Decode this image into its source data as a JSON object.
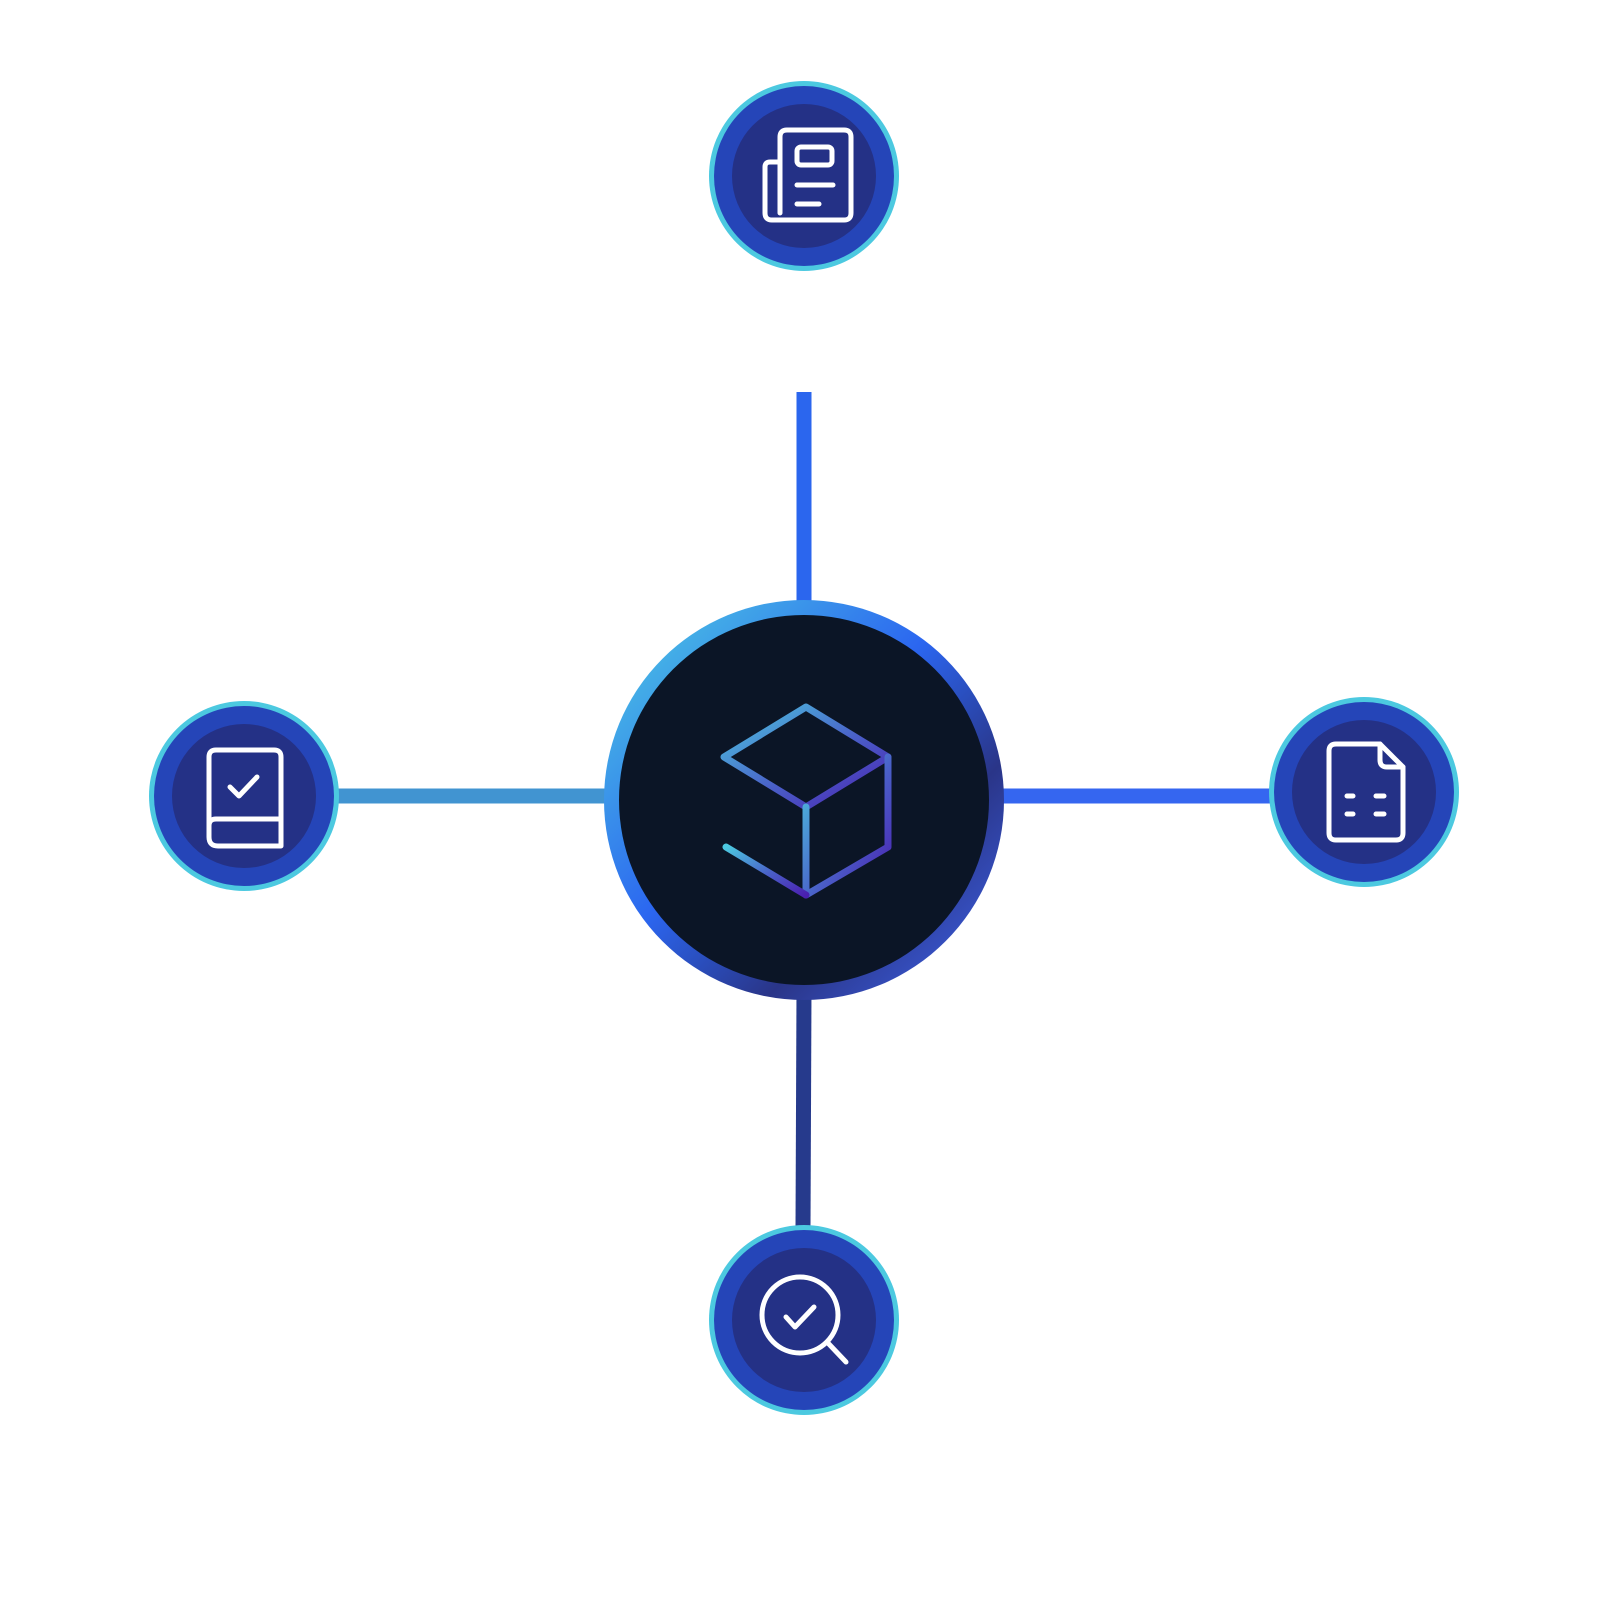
{
  "diagram": {
    "background": "#ffffff",
    "colors": {
      "node_ring": "#4cc9e0",
      "node_outer_fill": "#2545b8",
      "node_inner_fill": "#243186",
      "icon_stroke": "#ffffff",
      "hub_fill": "#0b1526",
      "hub_ring_gradient": [
        "#4fd0e2",
        "#2b66f0",
        "#2a3588",
        "#3f66f0"
      ],
      "connector_top": "#2b66ee",
      "connector_left": "#4194d1",
      "connector_right": "#3566f0",
      "connector_bottom": "#263a8c",
      "cube_gradient": [
        "#4cc9e0",
        "#4a5fc8",
        "#4a1fb0"
      ]
    },
    "hub": {
      "icon": "cube-icon"
    },
    "nodes": [
      {
        "id": "top",
        "icon": "newspaper-icon"
      },
      {
        "id": "left",
        "icon": "book-check-icon"
      },
      {
        "id": "right",
        "icon": "document-icon"
      },
      {
        "id": "bottom",
        "icon": "search-check-icon"
      }
    ]
  }
}
